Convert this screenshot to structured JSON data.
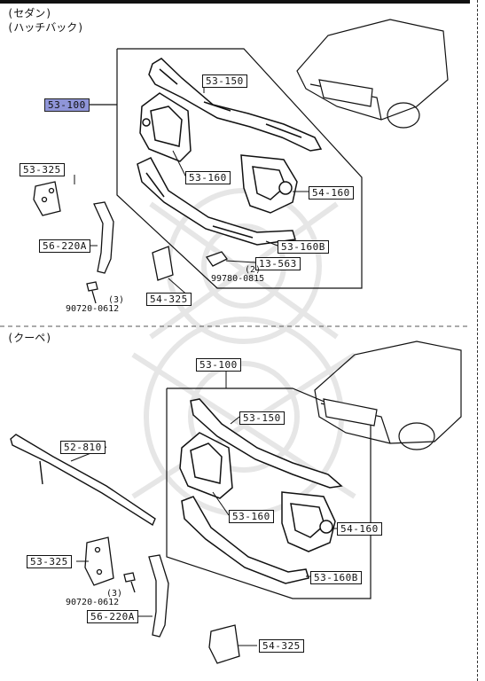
{
  "sections": {
    "sedan_hatchback": {
      "line1": "(セダン)",
      "line2": "(ハッチバック)"
    },
    "coupe": {
      "line1": "(クーペ)"
    }
  },
  "top": {
    "assembly": "53-100",
    "radiator_support_upper": "53-150",
    "panel_left": "53-160",
    "panel_right": "54-160",
    "lower_member": "53-160B",
    "bracket_right": "54-325",
    "bracket_left": "53-325",
    "side_member": "56-220A",
    "clip": "13-563",
    "bolt_a": "99780-0815",
    "bolt_a_qty": "(2)",
    "bolt_b": "90720-0612",
    "bolt_b_qty": "(3)"
  },
  "bottom": {
    "assembly": "53-100",
    "radiator_support_upper": "53-150",
    "grille_support": "52-810",
    "panel_left": "53-160",
    "panel_right": "54-160",
    "lower_member": "53-160B",
    "bracket_left": "53-325",
    "bracket_right": "54-325",
    "side_member": "56-220A",
    "bolt_b": "90720-0612",
    "bolt_b_qty": "(3)"
  },
  "colors": {
    "highlight": "#8f95d8",
    "ink": "#111111",
    "watermark": "#e8e8e8"
  }
}
